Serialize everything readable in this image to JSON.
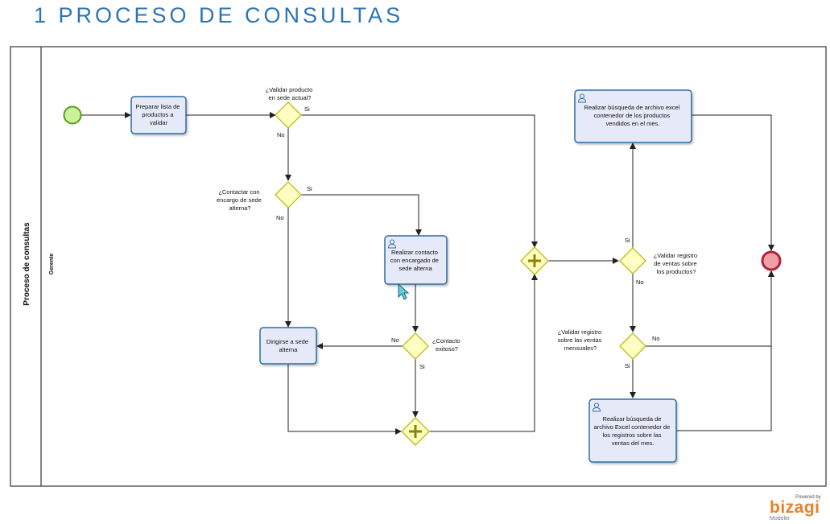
{
  "page": {
    "heading": "1  PROCESO DE CONSULTAS"
  },
  "pool": {
    "name": "Proceso de consultas",
    "lane": "Gerente"
  },
  "tasks": {
    "preparar": [
      "Preparar lista de",
      "productos a",
      "validar"
    ],
    "contacto": [
      "Realizar contacto",
      "con encargado de",
      "sede alterna"
    ],
    "dirigirse": [
      "Dirigirse a sede",
      "alterna"
    ],
    "busqueda_vendidos": [
      "Realizar búsqueda de archivo excel",
      "contenedor de los productos",
      "vendidos en el mes."
    ],
    "busqueda_mes": [
      "Realizar búsqueda de",
      "archivo Excel contenedor de",
      "los registros sobre las",
      "ventas del mes."
    ]
  },
  "gateways": {
    "validar_producto": [
      "¿Validar producto",
      "en sede actual?"
    ],
    "contactar": [
      "¿Contactar con",
      "encargo de sede",
      "alterna?"
    ],
    "contacto_exitoso": [
      "¿Contacto",
      "exitoso?"
    ],
    "validar_registro": [
      "¿Validar registro",
      "de ventas sobre",
      "los productos?"
    ],
    "validar_mensuales": [
      "¿Validar registro",
      "sobre las ventas",
      "mensuales?"
    ]
  },
  "flow_labels": {
    "yes": "Si",
    "no": "No"
  },
  "branding": {
    "powered": "Powered by",
    "logo": "bizagi",
    "product": "Modeler"
  },
  "colors": {
    "heading": "#2E74B5",
    "task_fill": "#E6EAF8",
    "task_border": "#2E6DA4",
    "gateway_fill": "#FFFFC4",
    "gateway_border": "#B8B300",
    "start_fill": "#C9F29A",
    "start_border": "#5A9A21",
    "end_fill": "#F2A0A8",
    "end_border": "#B0223A",
    "brand": "#E8812B"
  }
}
